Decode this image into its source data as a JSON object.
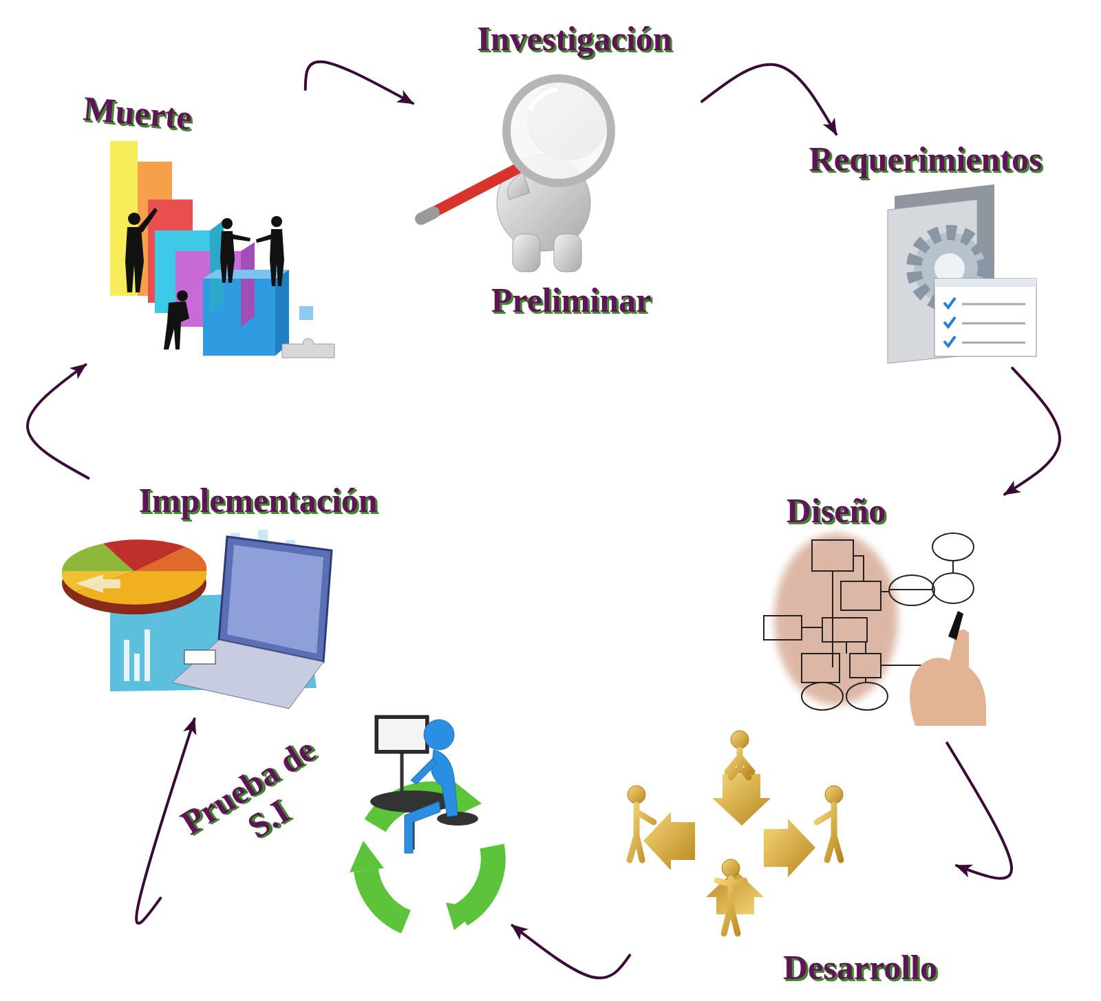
{
  "diagram": {
    "nodes": [
      {
        "text": [
          "Investigación",
          "Preliminar"
        ]
      },
      {
        "text": [
          "Requerimientos"
        ]
      },
      {
        "text": [
          "Diseño"
        ]
      },
      {
        "text": [
          "Desarrollo"
        ]
      },
      {
        "text": [
          "Prueba de S.I"
        ]
      },
      {
        "text": [
          "Implementación"
        ]
      },
      {
        "text": [
          "Muerte"
        ]
      }
    ],
    "edges": [
      {
        "from": 0,
        "to": 1,
        "arrow": "to"
      },
      {
        "from": 1,
        "to": 2,
        "arrow": "to"
      },
      {
        "from": 2,
        "to": 3,
        "arrow": "to"
      },
      {
        "from": 3,
        "to": 4,
        "arrow": "to"
      },
      {
        "from": 4,
        "to": 5,
        "arrow": "to"
      },
      {
        "from": 5,
        "to": 6,
        "arrow": "to"
      },
      {
        "from": 6,
        "to": 0,
        "arrow": "to"
      }
    ]
  }
}
